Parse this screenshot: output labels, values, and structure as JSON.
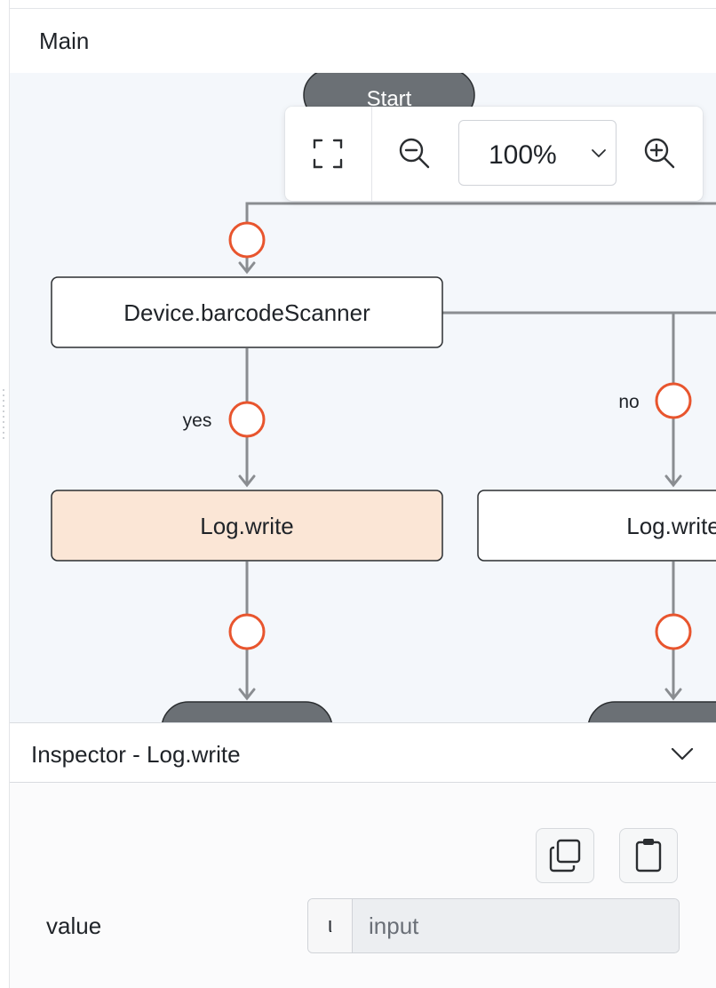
{
  "main": {
    "title": "Main"
  },
  "flow": {
    "start_label": "Start",
    "nodes": {
      "scanner": "Device.barcodeScanner",
      "log_yes": "Log.write",
      "log_no": "Log.write"
    },
    "edges": {
      "yes_label": "yes",
      "no_label": "no"
    }
  },
  "toolbar": {
    "fit_icon": "fit-view-icon",
    "zoom_out_icon": "zoom-out-icon",
    "zoom_value": "100%",
    "zoom_in_icon": "zoom-in-icon"
  },
  "inspector": {
    "title": "Inspector - Log.write",
    "copy_icon": "copy-icon",
    "paste_icon": "clipboard-icon",
    "field": {
      "label": "value",
      "prefix": "ι",
      "value": "input"
    }
  },
  "colors": {
    "canvas_bg": "#f4f7fb",
    "selected_node": "#fbe6d6",
    "connector": "#e8552e",
    "terminal": "#6b7075",
    "edge": "#8a8d91"
  }
}
